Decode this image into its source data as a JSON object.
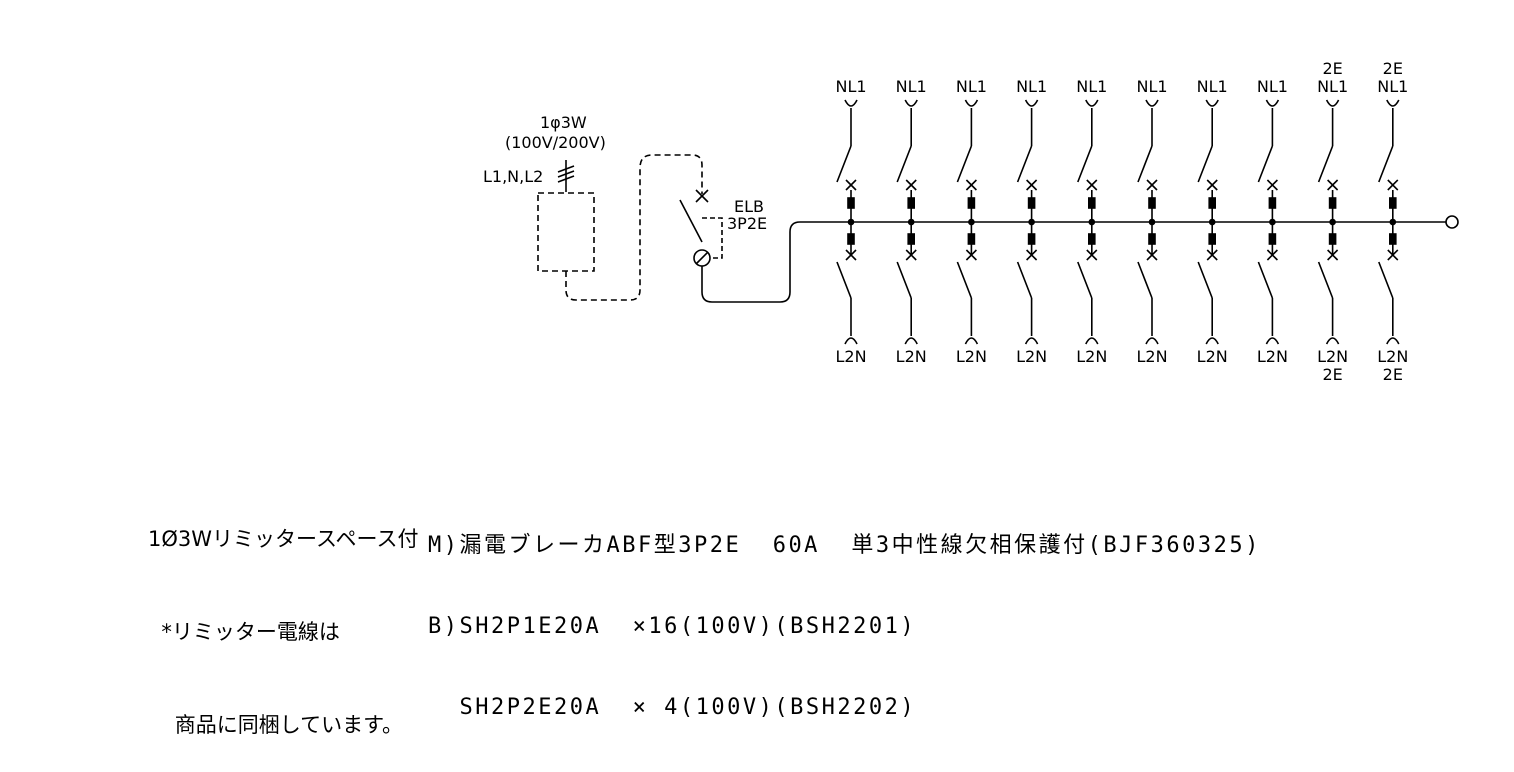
{
  "supply": {
    "phase": "1φ3W",
    "voltage": "(100V/200V)",
    "lines": "L1,N,L2"
  },
  "main_breaker": {
    "type": "ELB",
    "poles": "3P2E"
  },
  "branches": [
    {
      "top_label": "NL1",
      "top_extra": "",
      "bottom_label": "L2N",
      "bottom_extra": ""
    },
    {
      "top_label": "NL1",
      "top_extra": "",
      "bottom_label": "L2N",
      "bottom_extra": ""
    },
    {
      "top_label": "NL1",
      "top_extra": "",
      "bottom_label": "L2N",
      "bottom_extra": ""
    },
    {
      "top_label": "NL1",
      "top_extra": "",
      "bottom_label": "L2N",
      "bottom_extra": ""
    },
    {
      "top_label": "NL1",
      "top_extra": "",
      "bottom_label": "L2N",
      "bottom_extra": ""
    },
    {
      "top_label": "NL1",
      "top_extra": "",
      "bottom_label": "L2N",
      "bottom_extra": ""
    },
    {
      "top_label": "NL1",
      "top_extra": "",
      "bottom_label": "L2N",
      "bottom_extra": ""
    },
    {
      "top_label": "NL1",
      "top_extra": "",
      "bottom_label": "L2N",
      "bottom_extra": ""
    },
    {
      "top_label": "NL1",
      "top_extra": "2E",
      "bottom_label": "L2N",
      "bottom_extra": "2E"
    },
    {
      "top_label": "NL1",
      "top_extra": "2E",
      "bottom_label": "L2N",
      "bottom_extra": "2E"
    }
  ],
  "notes_left": {
    "line1": "1Ø3Wリミッタースペース付",
    "line2": "  *リミッター電線は",
    "line3": "    商品に同梱しています。"
  },
  "notes_spec": {
    "line1": "M)漏電ブレーカABF型3P2E  60A  単3中性線欠相保護付(BJF360325)",
    "line2": "B)SH2P1E20A  ×16(100V)(BSH2201)",
    "line3": "  SH2P2E20A  × 4(100V)(BSH2202)"
  }
}
